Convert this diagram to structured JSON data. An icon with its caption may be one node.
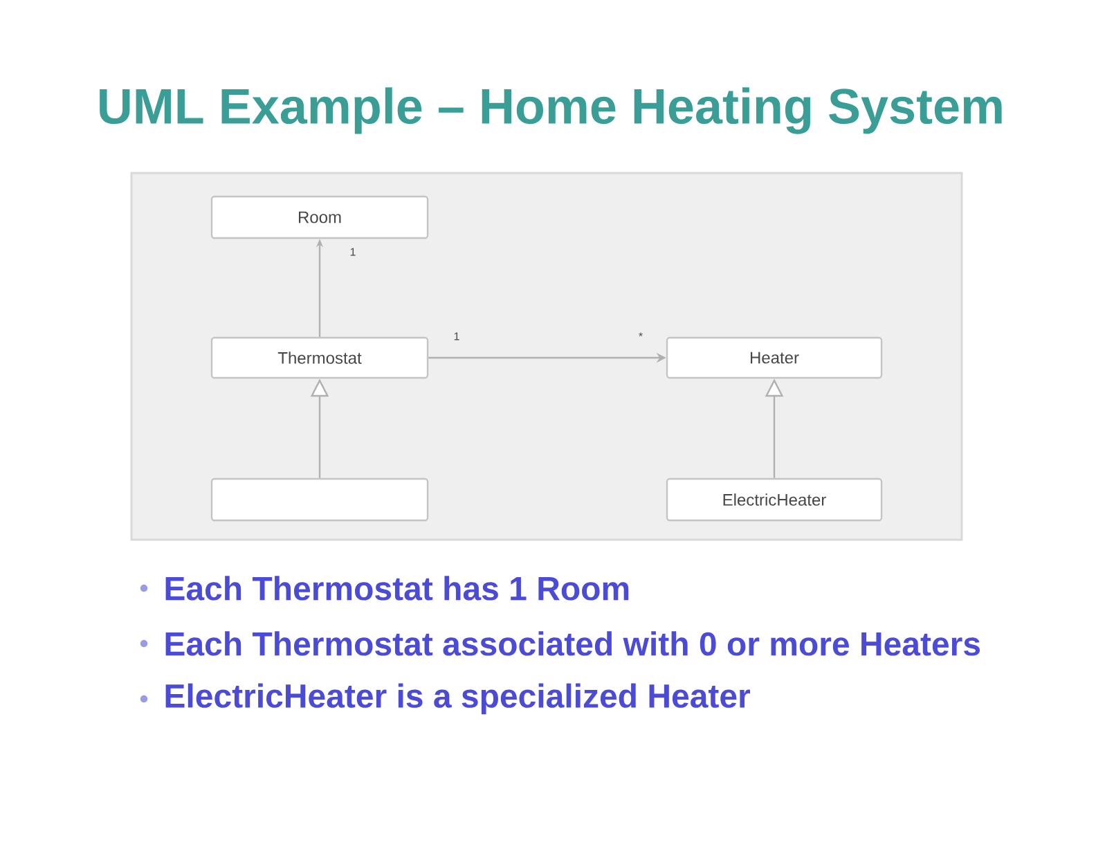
{
  "diagram": {
    "title": "UML Example – Home Heating System",
    "nodes": [
      {
        "text": [
          "Room"
        ]
      },
      {
        "text": [
          "Thermostat"
        ]
      },
      {
        "text": [
          "Heater"
        ]
      },
      {
        "text": [],
        "shape": "box"
      },
      {
        "text": [
          "ElectricHeater"
        ]
      }
    ],
    "edges": [
      {
        "from": 1,
        "to": 0,
        "arrow": "to"
      },
      {
        "from": 1,
        "to": 2,
        "arrow": "to"
      },
      {
        "from": 3,
        "to": 1,
        "arrow": "to"
      },
      {
        "from": 4,
        "to": 2,
        "arrow": "to"
      }
    ],
    "labels": [
      "1",
      "1",
      "*",
      "Each Thermostat has 1 Room",
      "Each Thermostat associated with 0 or more Heaters",
      "ElectricHeater is a specialized Heater"
    ]
  }
}
